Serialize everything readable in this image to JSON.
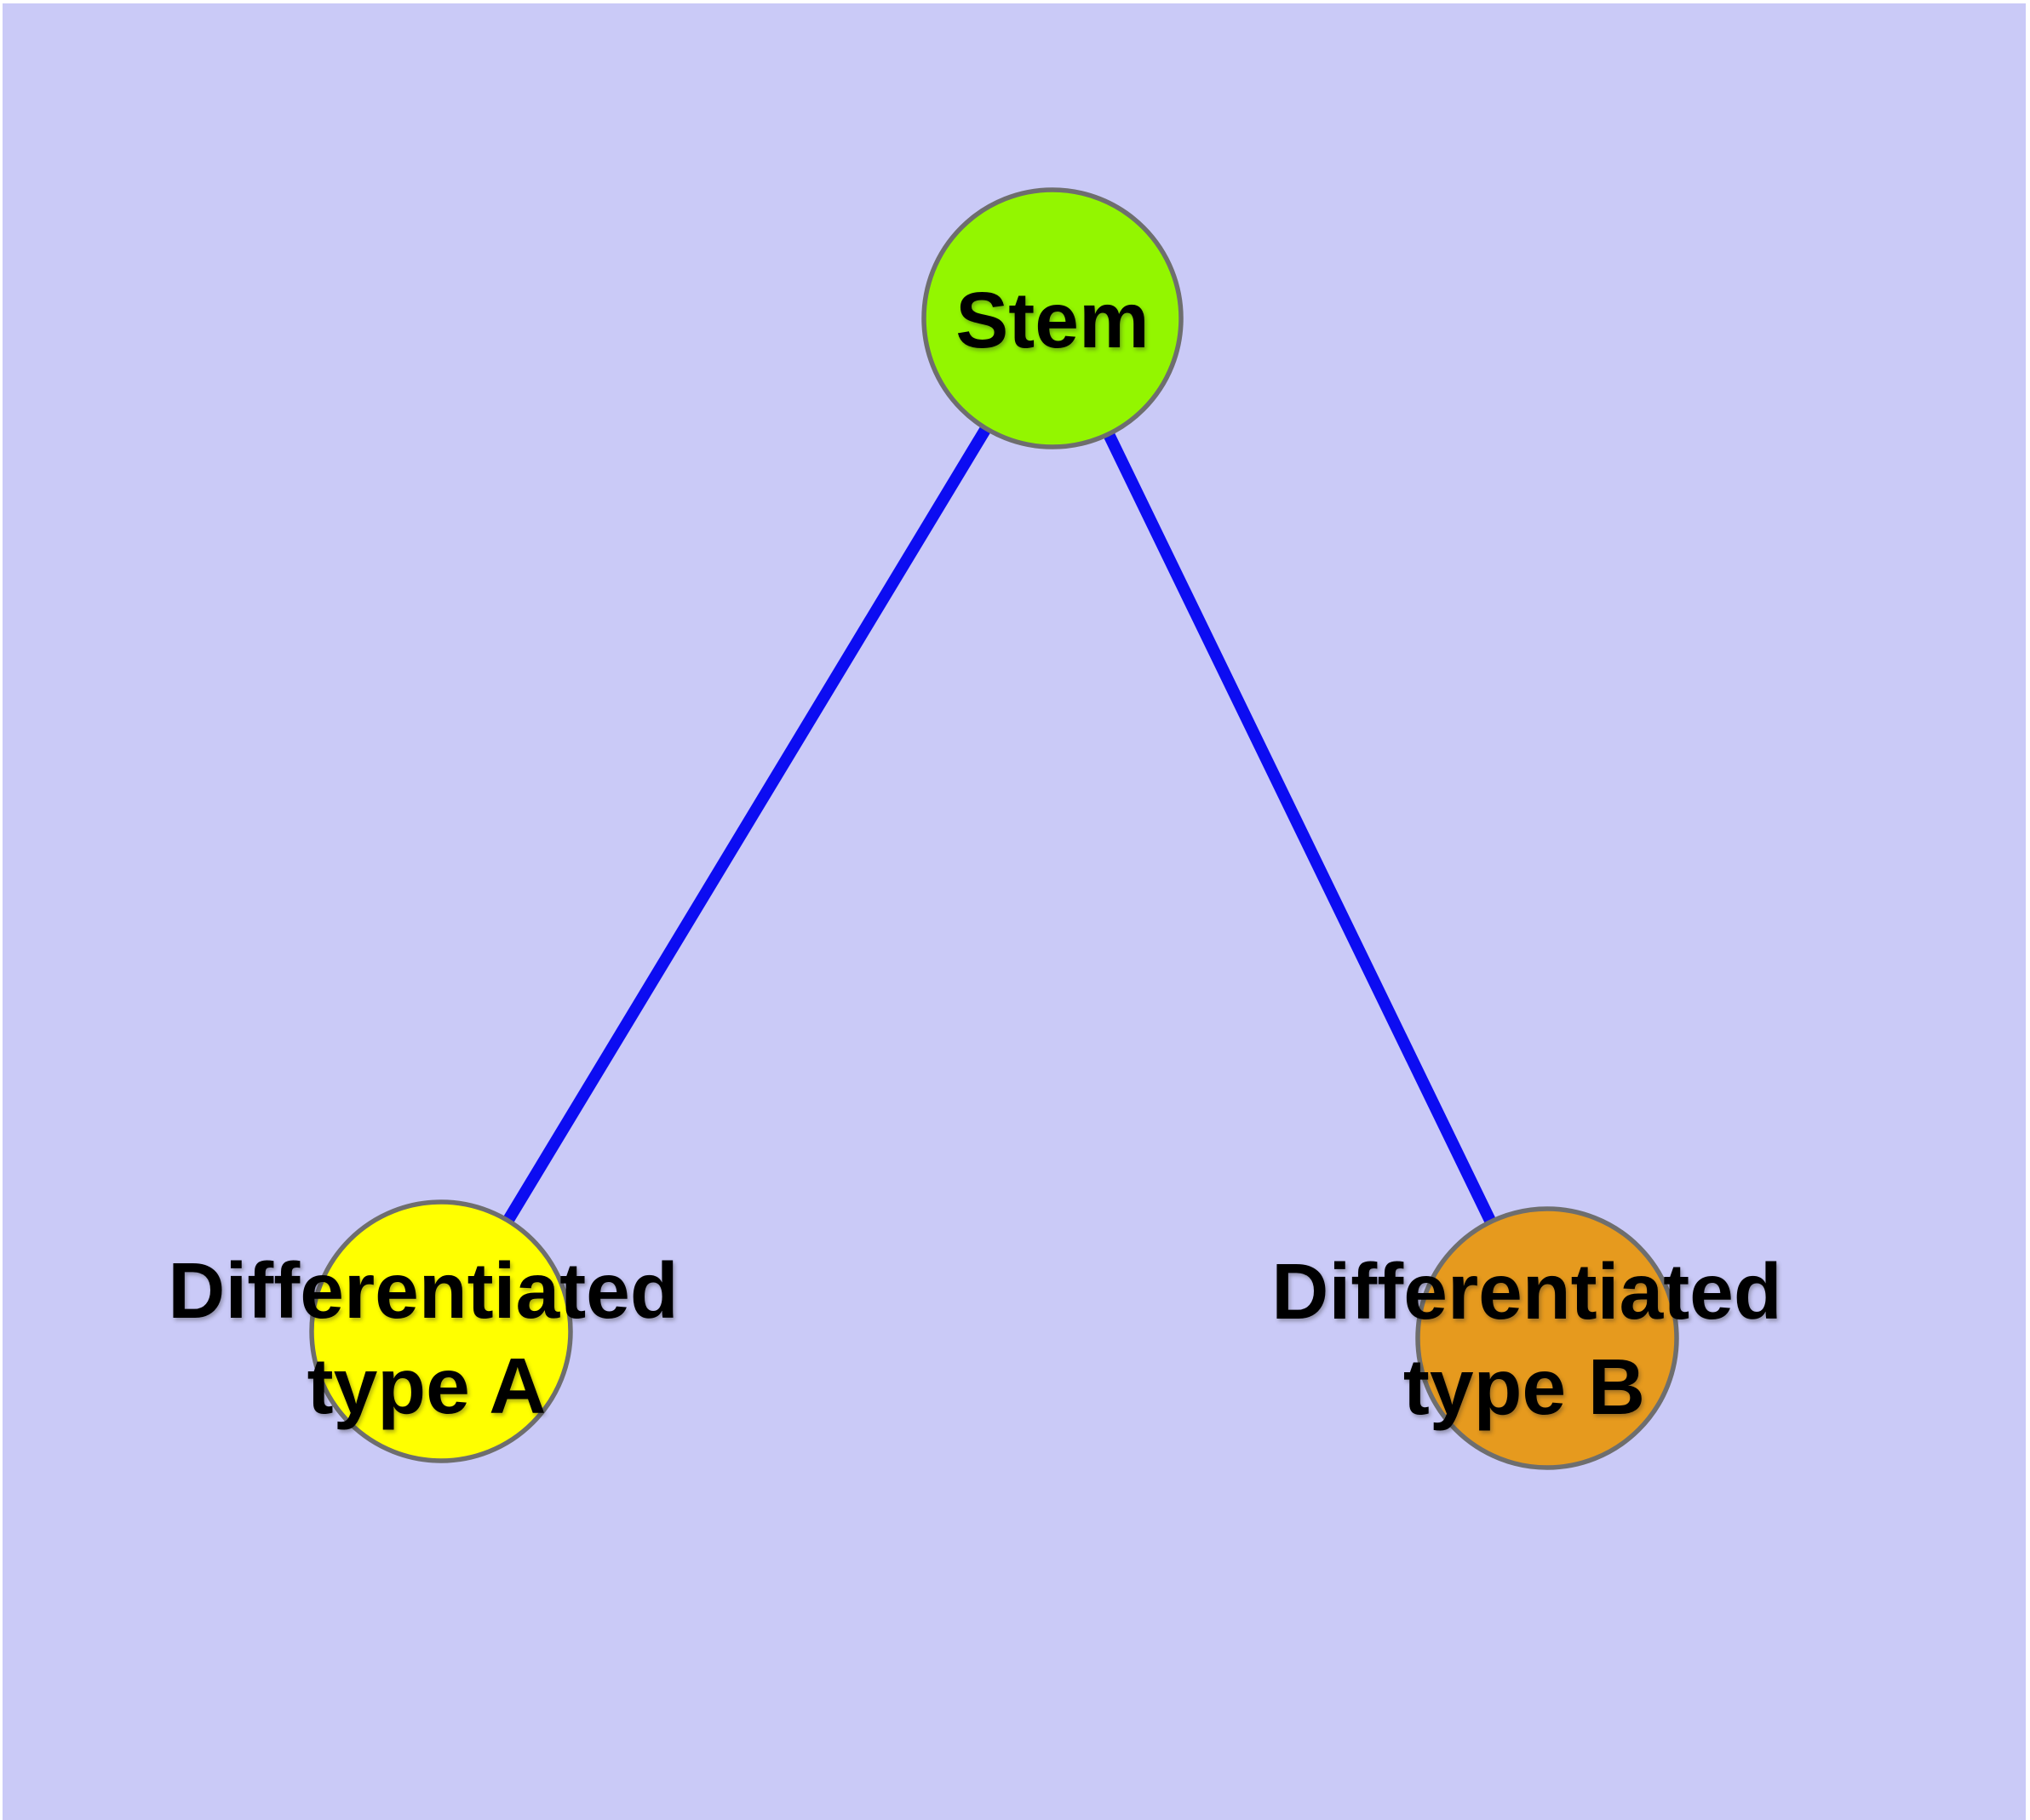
{
  "diagram": {
    "background_color": "#CACAF7",
    "frame_color": "#FFFFFF",
    "edge_color": "#0C0CF2",
    "node_border_color": "#6E6E6E",
    "label_color": "#000000",
    "nodes": [
      {
        "id": "stem",
        "label": "Stem",
        "fill": "#93F600"
      },
      {
        "id": "differentiated-type-a",
        "label": "Differentiated type A",
        "lines": [
          "Differentiated",
          "type A"
        ],
        "fill": "#FFFF00"
      },
      {
        "id": "differentiated-type-b",
        "label": "Differentiated type B",
        "lines": [
          "Differentiated",
          "type B"
        ],
        "fill": "#E69A1E"
      }
    ],
    "edges": [
      {
        "from": "stem",
        "to": "differentiated-type-a"
      },
      {
        "from": "stem",
        "to": "differentiated-type-b"
      }
    ]
  }
}
